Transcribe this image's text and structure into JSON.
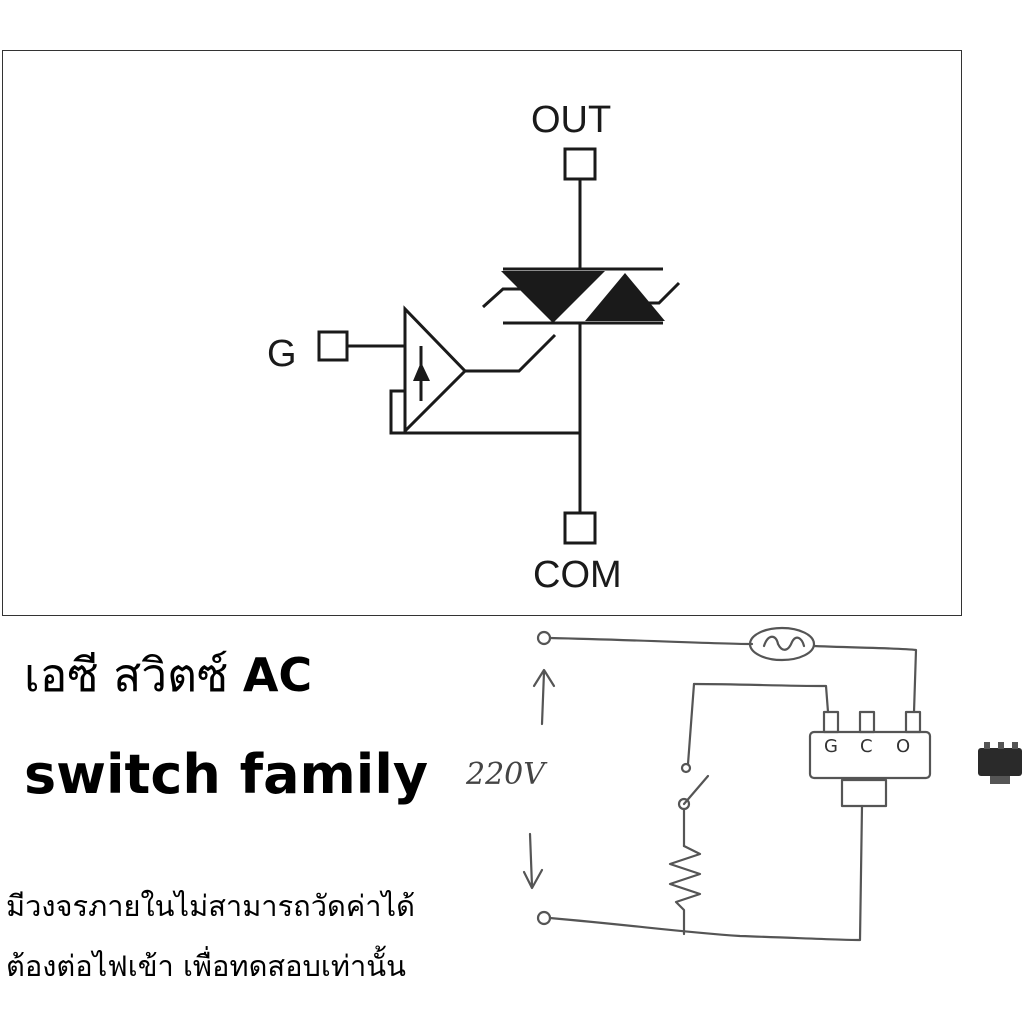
{
  "schematic": {
    "terminal_out": "OUT",
    "terminal_com": "COM",
    "terminal_g": "G"
  },
  "title": {
    "line1_thai": "เอซี สวิตซ์ ",
    "line1_ac": "AC",
    "line2": "switch family"
  },
  "note": {
    "line1": "มีวงจรภายในไม่สามารถวัดค่าได้",
    "line2": "ต้องต่อไฟเข้า เพื่อทดสอบเท่านั้น"
  },
  "sketch": {
    "voltage": "220V",
    "pin_g": "G",
    "pin_c": "C",
    "pin_o": "O"
  },
  "colors": {
    "ink": "#1a1a1a",
    "pencil": "#444444",
    "background": "#ffffff"
  }
}
